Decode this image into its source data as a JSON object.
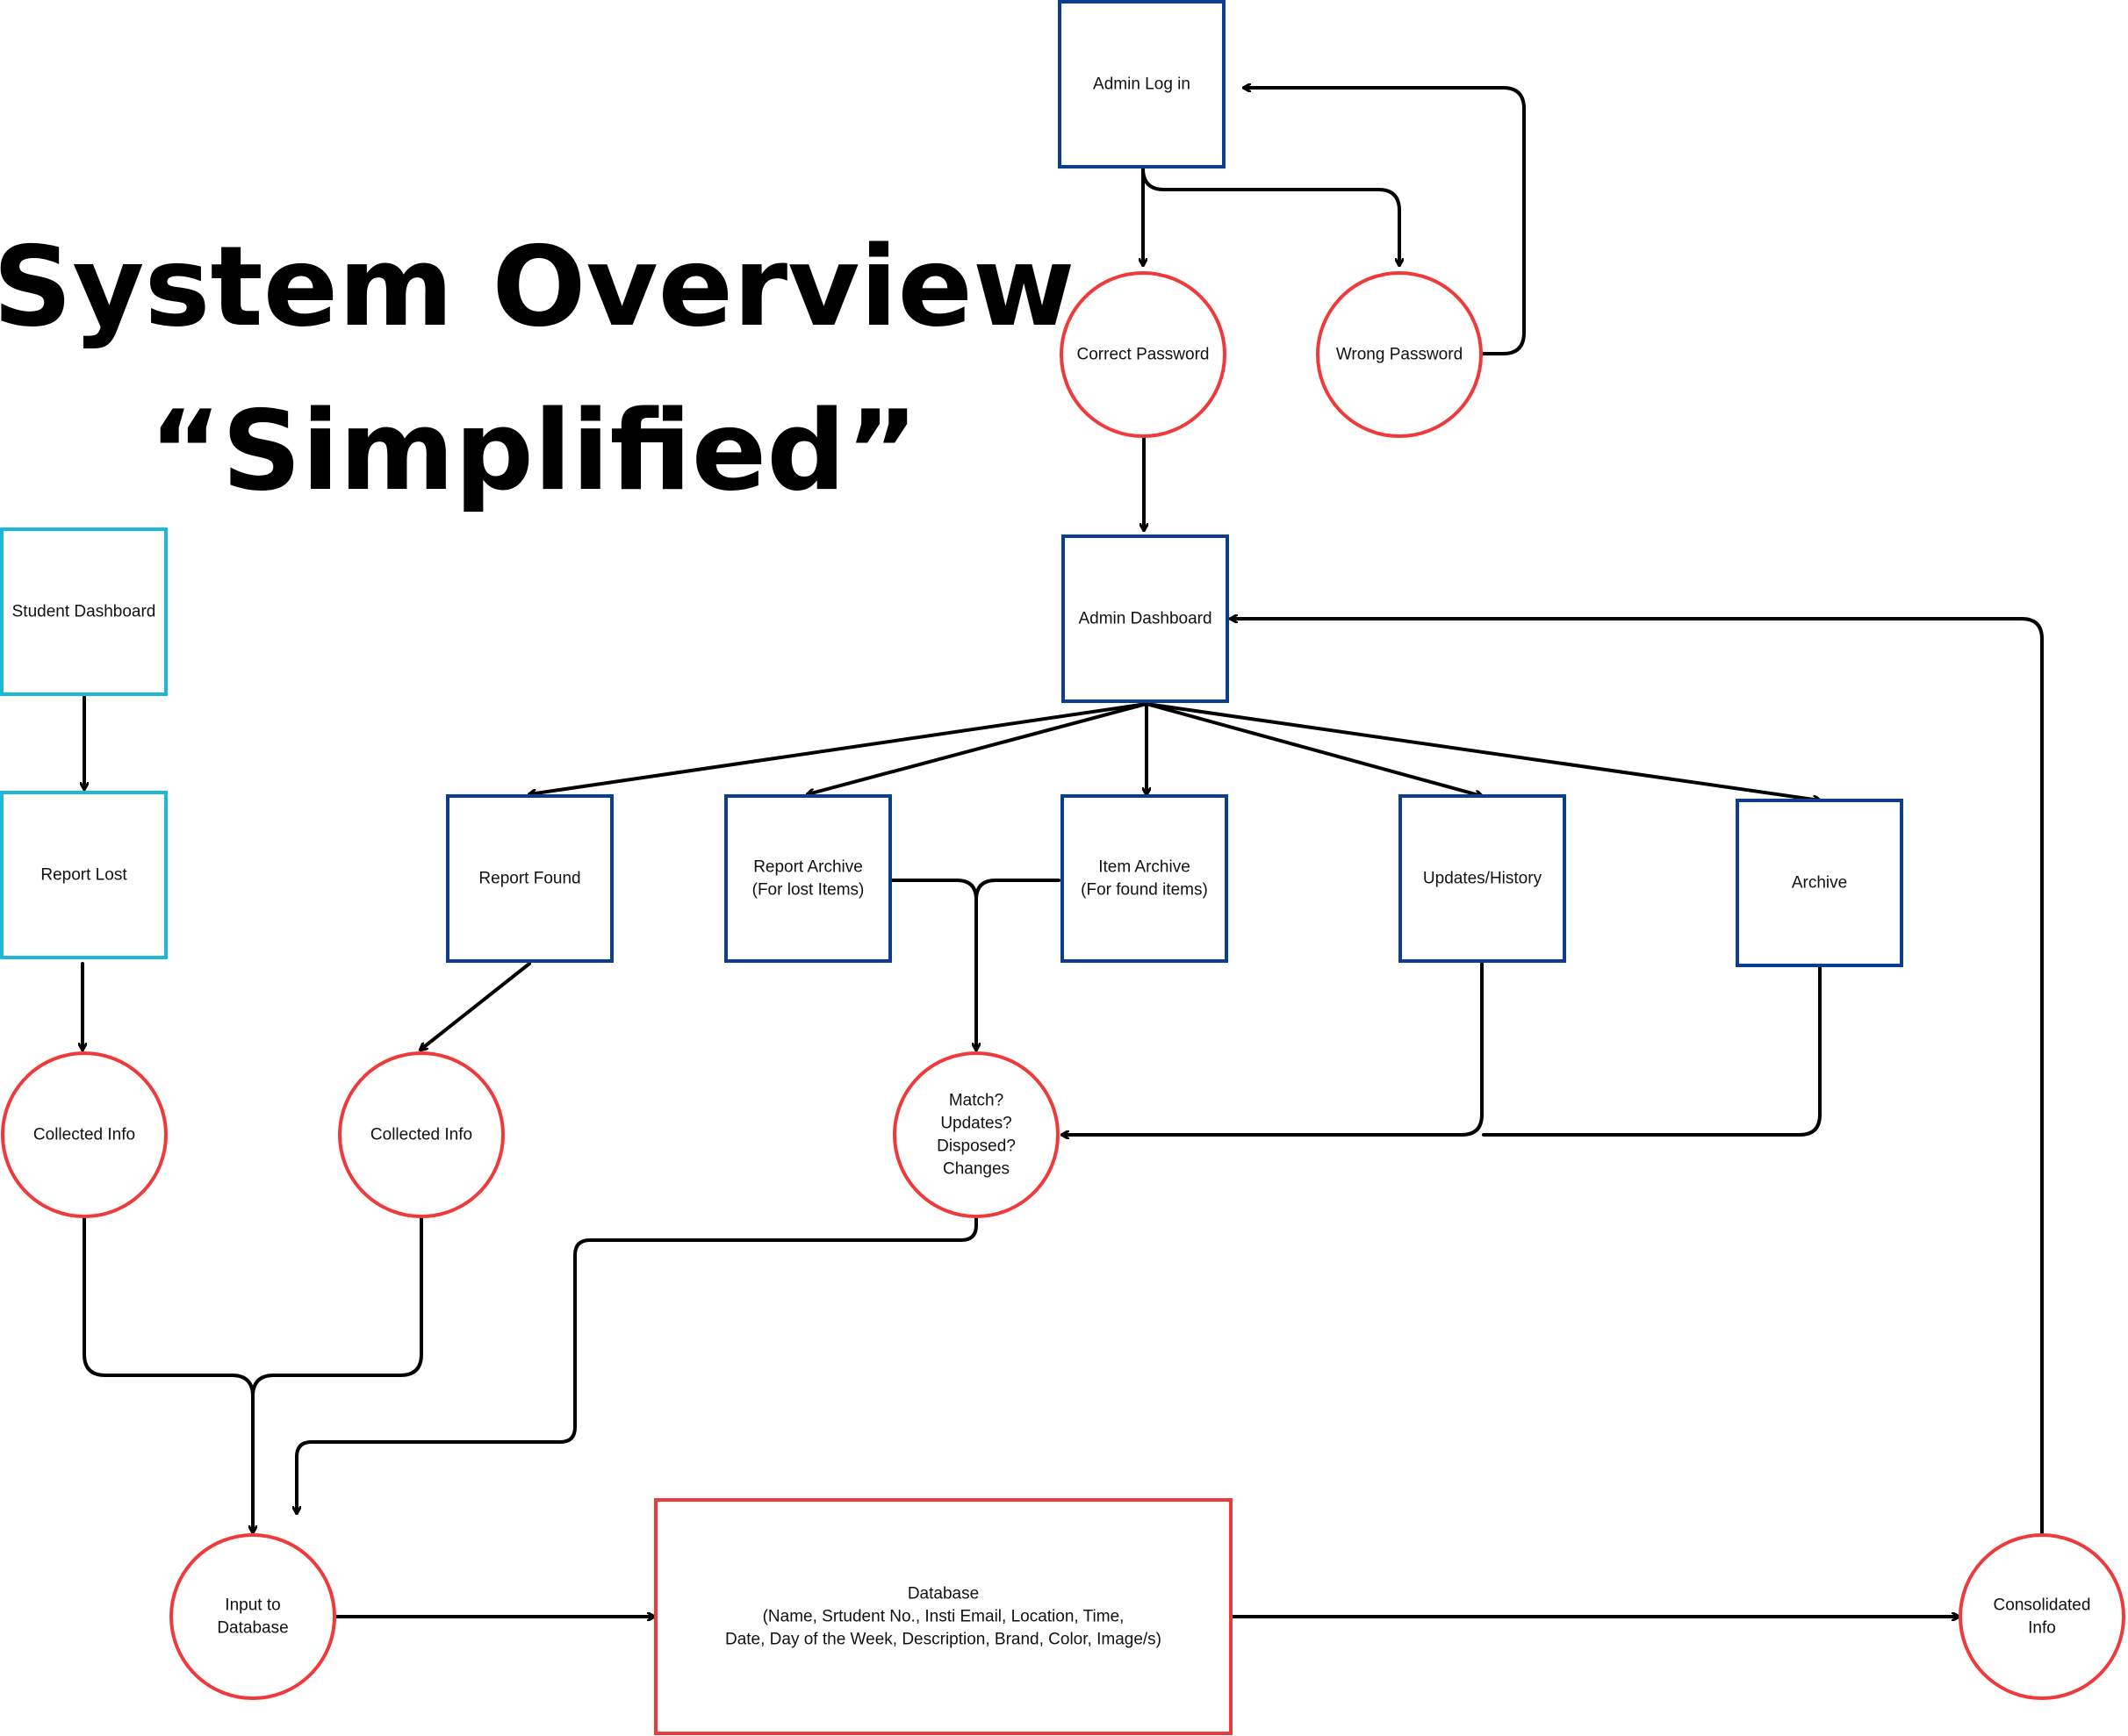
{
  "title": {
    "line1": "System Overview",
    "line2": "“Simplified”"
  },
  "colors": {
    "admin_box": "#0B3D91",
    "student_box": "#1CB8D8",
    "process_circle": "#EE3A3A",
    "database_box": "#EE3A3A",
    "connector": "#000000"
  },
  "nodes": {
    "admin_login": {
      "lines": [
        "Admin Log in"
      ]
    },
    "correct_password": {
      "lines": [
        "Correct Password"
      ]
    },
    "wrong_password": {
      "lines": [
        "Wrong Password"
      ]
    },
    "admin_dashboard": {
      "lines": [
        "Admin Dashboard"
      ]
    },
    "student_dashboard": {
      "lines": [
        "Student Dashboard"
      ]
    },
    "report_lost": {
      "lines": [
        "Report Lost"
      ]
    },
    "report_found": {
      "lines": [
        "Report Found"
      ]
    },
    "report_archive": {
      "lines": [
        "Report Archive",
        "(For lost Items)"
      ]
    },
    "item_archive": {
      "lines": [
        "Item Archive",
        "(For found items)"
      ]
    },
    "updates_history": {
      "lines": [
        "Updates/History"
      ]
    },
    "archive": {
      "lines": [
        "Archive"
      ]
    },
    "collected_info_student": {
      "lines": [
        "Collected Info"
      ]
    },
    "collected_info_admin": {
      "lines": [
        "Collected Info"
      ]
    },
    "match_updates": {
      "lines": [
        "Match?",
        "Updates?",
        "Disposed?",
        "Changes"
      ]
    },
    "input_to_database": {
      "lines": [
        "Input to",
        "Database"
      ]
    },
    "database": {
      "lines": [
        "Database",
        "(Name, Srtudent No., Insti Email, Location, Time,",
        "Date, Day of the Week, Description, Brand, Color, Image/s)"
      ]
    },
    "consolidated_info": {
      "lines": [
        "Consolidated",
        "Info"
      ]
    }
  }
}
